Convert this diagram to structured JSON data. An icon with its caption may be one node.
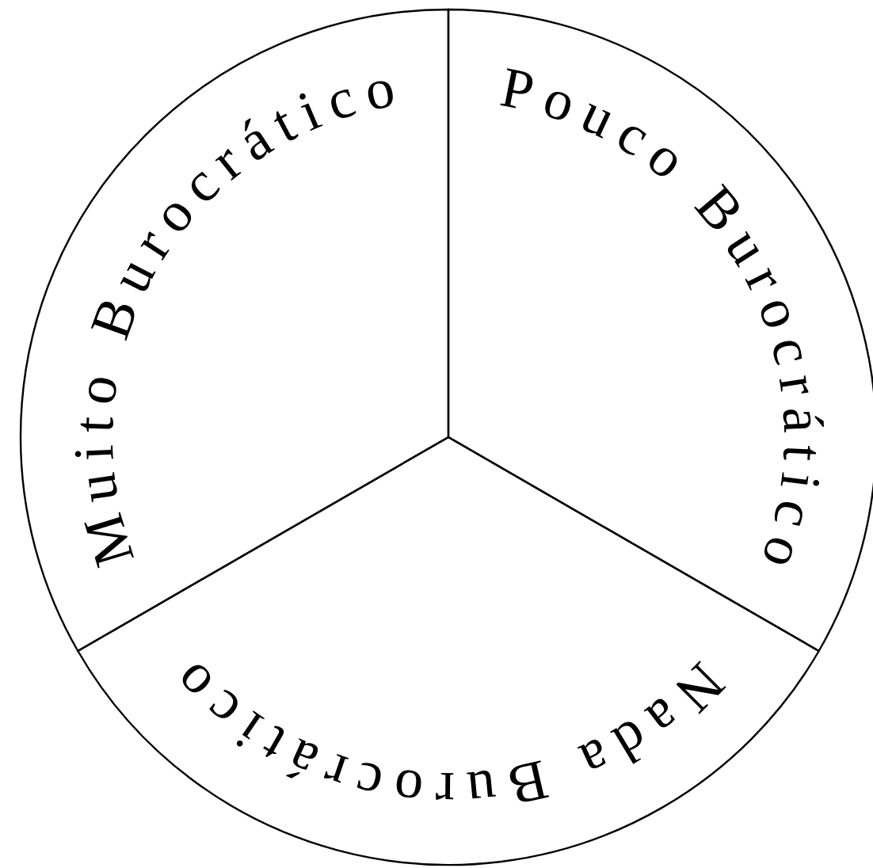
{
  "diagram": {
    "nodes": [
      {
        "text": [
          "Muito Burocrático"
        ]
      },
      {
        "text": [
          "Pouco Burocrático"
        ]
      },
      {
        "text": [
          "Nada Burocrático"
        ]
      }
    ]
  }
}
